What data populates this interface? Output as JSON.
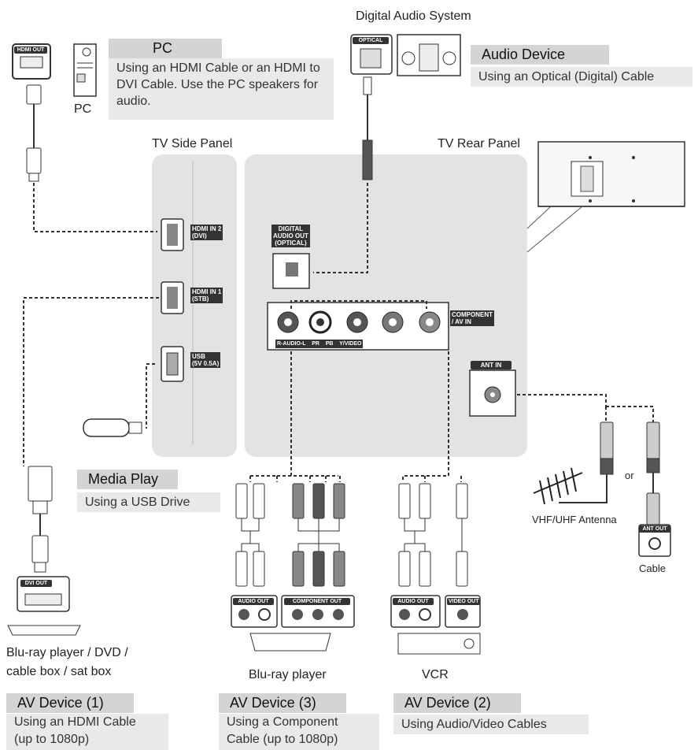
{
  "labels": {
    "digital_audio_system": "Digital Audio System",
    "pc": "PC",
    "tv_side_panel": "TV Side Panel",
    "tv_rear_panel": "TV Rear Panel",
    "bluray_dvd_line1": "Blu-ray player / DVD /",
    "bluray_dvd_line2": "cable box / sat box",
    "bluray_player": "Blu-ray player",
    "vcr": "VCR",
    "vhf_uhf_antenna": "VHF/UHF Antenna",
    "cable": "Cable",
    "or": "or"
  },
  "callouts": {
    "pc": {
      "title": "PC",
      "desc": "Using an HDMI Cable or an HDMI to DVI Cable. Use the PC speakers for audio."
    },
    "audio_device": {
      "title": "Audio Device",
      "desc": "Using an Optical (Digital) Cable"
    },
    "media_play": {
      "title": "Media Play",
      "desc": "Using a USB Drive"
    },
    "av_device_1": {
      "title": "AV Device (1)",
      "desc_line1": "Using an HDMI Cable",
      "desc_line2": "(up to 1080p)"
    },
    "av_device_3": {
      "title": "AV Device (3)",
      "desc_line1": "Using a Component",
      "desc_line2": "Cable (up to 1080p)"
    },
    "av_device_2": {
      "title": "AV Device (2)",
      "desc": "Using Audio/Video Cables"
    }
  },
  "ports": {
    "hdmi_out": "HDMI OUT",
    "optical": "OPTICAL",
    "hdmi_in_2": "HDMI IN 2\n(DVI)",
    "hdmi_in_1": "HDMI IN 1\n(STB)",
    "usb": "USB\n(5V 0.5A)",
    "digital_audio_out": "DIGITAL\nAUDIO OUT\n(OPTICAL)",
    "component_av_in": "COMPONENT\n/ AV IN",
    "component_row": "R-AUDIO-L    PR    PB    Y/VIDEO",
    "ant_in": "ANT IN",
    "ant_out": "ANT OUT",
    "dvi_out": "DVI OUT",
    "audio_out": "AUDIO OUT",
    "component_out": "COMPONENT OUT",
    "video_out": "VIDEO OUT"
  }
}
